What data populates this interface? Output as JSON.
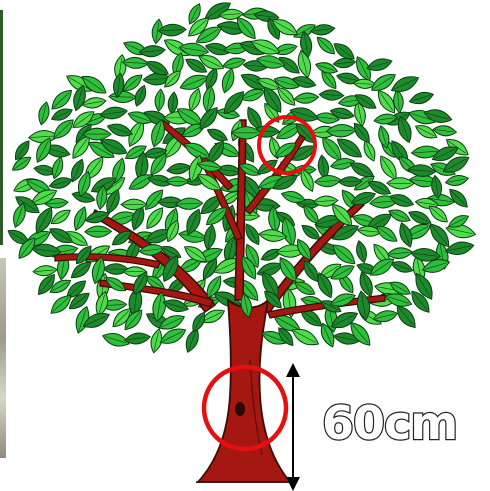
{
  "diagram": {
    "measurement_label": "60cm",
    "colors": {
      "trunk": "#a51812",
      "trunk_outline": "#3a0c08",
      "leaf_light": "#4fdc4a",
      "leaf_mid": "#2fbf3a",
      "leaf_dark": "#1c8a2b",
      "leaf_outline": "#0b3d12",
      "highlight_circle": "#e60f0f",
      "arrow": "#000000"
    },
    "markers": [
      {
        "name": "branch-highlight-circle"
      },
      {
        "name": "trunk-highlight-circle"
      }
    ]
  }
}
